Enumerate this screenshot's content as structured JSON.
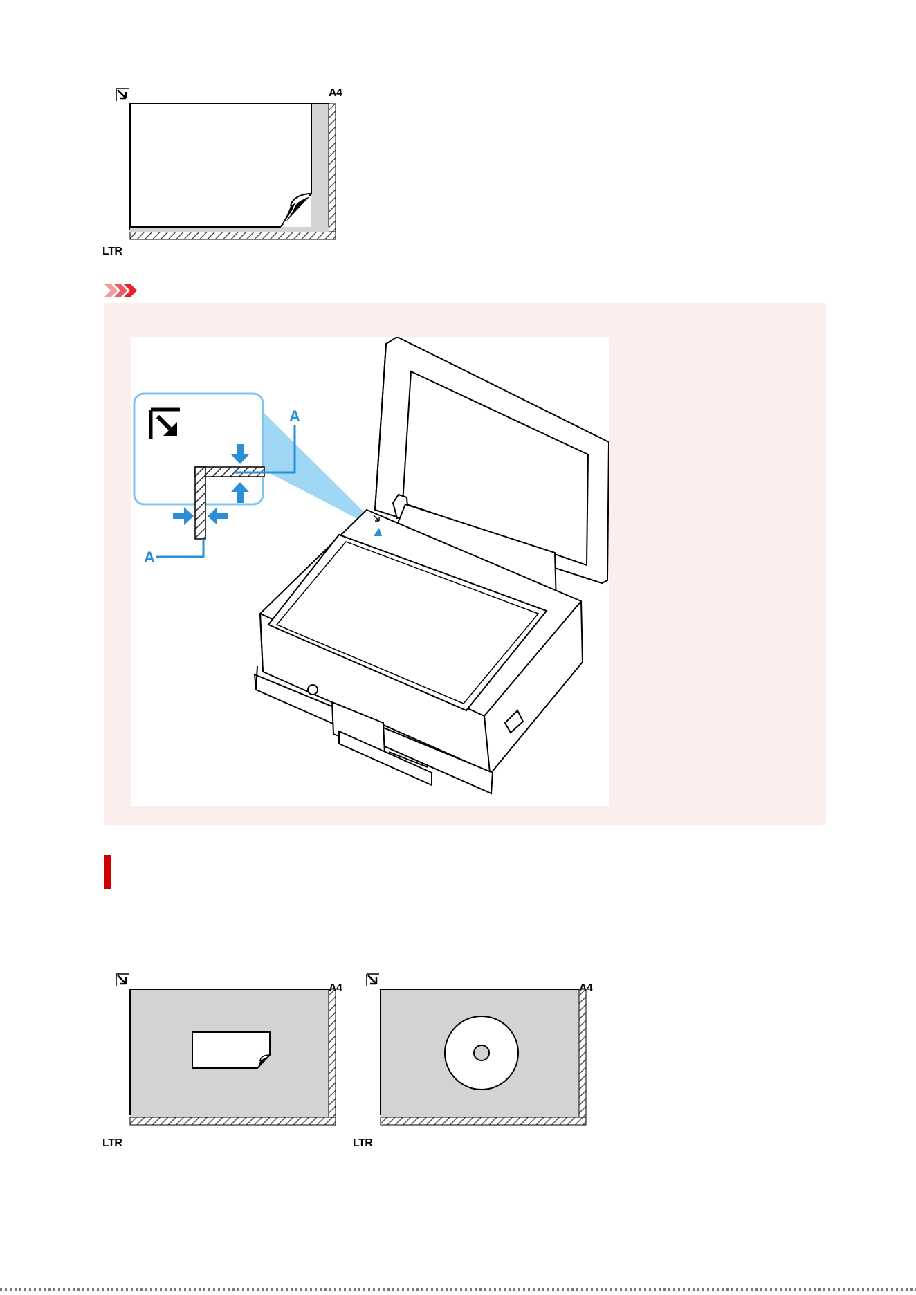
{
  "labels": {
    "a4": "A4",
    "ltr": "LTR",
    "part_a": "A"
  },
  "icons": {
    "alignment_mark": "alignment-arrow-icon",
    "important_mark": "important-chevron-icon",
    "paper_curl": "page-curl-icon",
    "disc": "disc-icon"
  },
  "colors": {
    "important_bg": "#fdeeee",
    "heading_bar": "#cc0000",
    "important_mark": "#e8202a",
    "callout_blue": "#2a8fd6",
    "callout_border": "#7ec4ee",
    "platen_gray": "#d3d3d3"
  }
}
